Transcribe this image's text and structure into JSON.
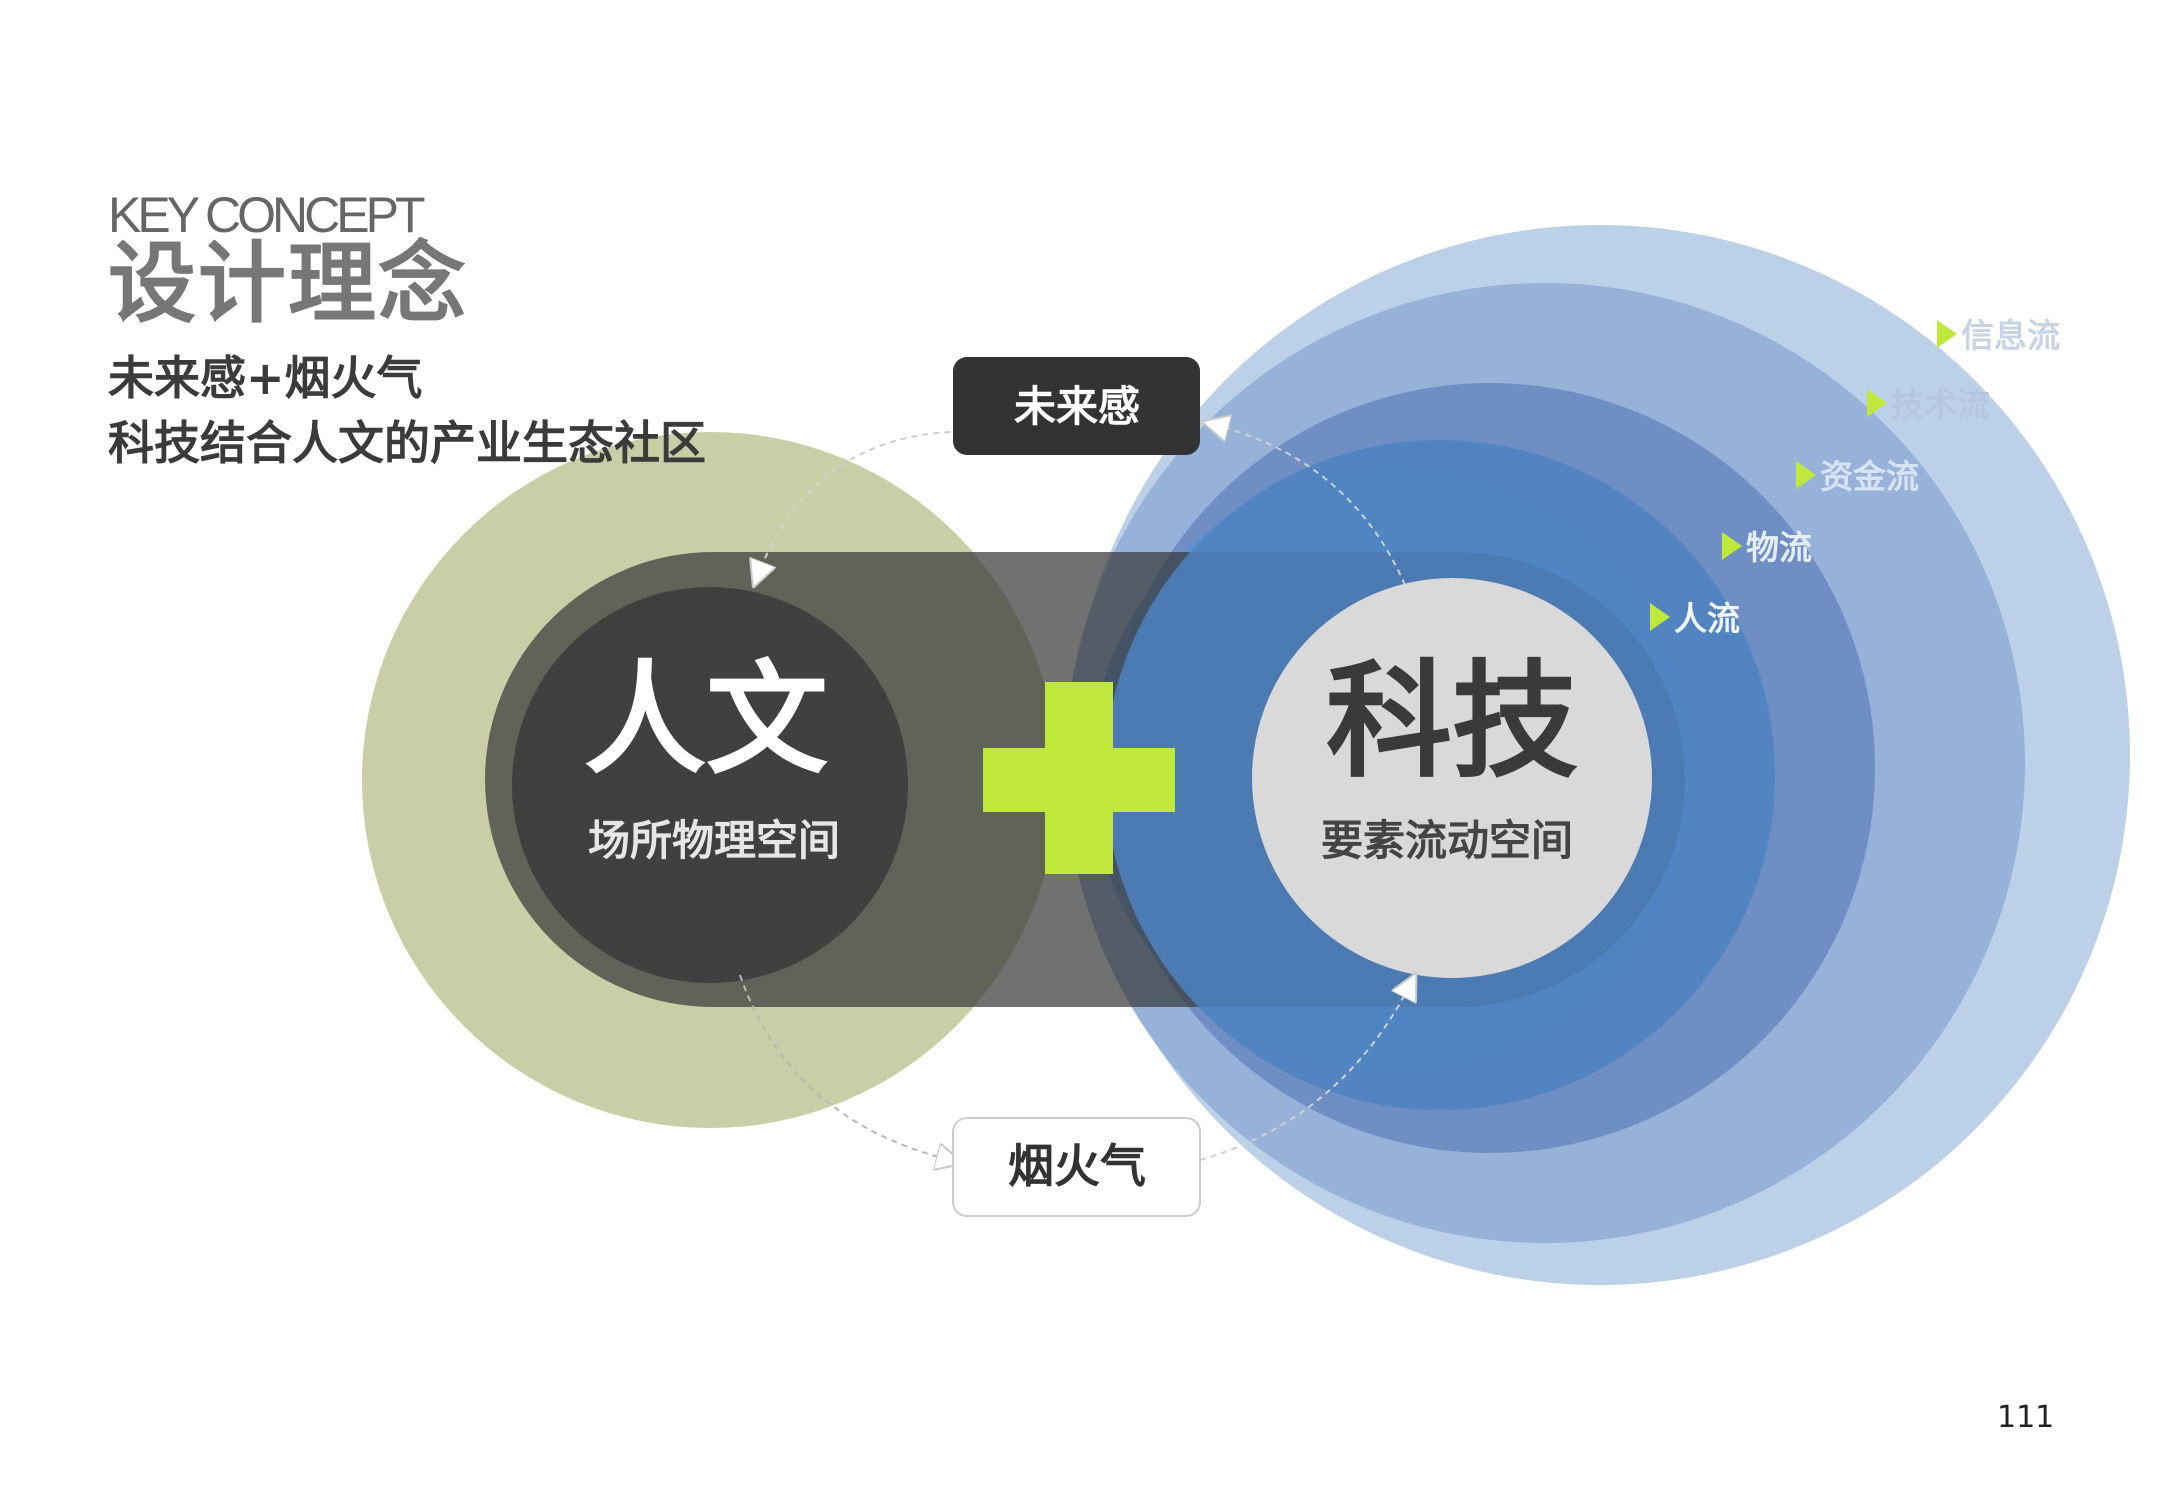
{
  "header": {
    "title_en": "KEY CONCEPT",
    "title_cn": "设计理念",
    "subtitle_line1": "未来感+烟火气",
    "subtitle_line2": "科技结合人文的产业生态社区"
  },
  "left_circle": {
    "title": "人文",
    "subtitle": "场所物理空间"
  },
  "right_circle": {
    "title": "科技",
    "subtitle": "要素流动空间"
  },
  "top_label": "未来感",
  "bottom_label": "烟火气",
  "flows": [
    "信息流",
    "技术流",
    "资金流",
    "物流",
    "人流"
  ],
  "page_number": "111",
  "colors": {
    "olive": "#c9cea6",
    "dark_circle": "#404040",
    "dark_band": "#4c4c4c",
    "plus_green": "#bfe83a",
    "blue_ring_1": "#bcd1e8",
    "blue_ring_2": "#96b2d9",
    "blue_ring_3": "#6e8ec4",
    "blue_ring_4": "#5d93cf",
    "blue_ring_5": "#4e83c1",
    "tech_circle": "#d9d9d9",
    "flow_arrow": "#bfe83a"
  }
}
